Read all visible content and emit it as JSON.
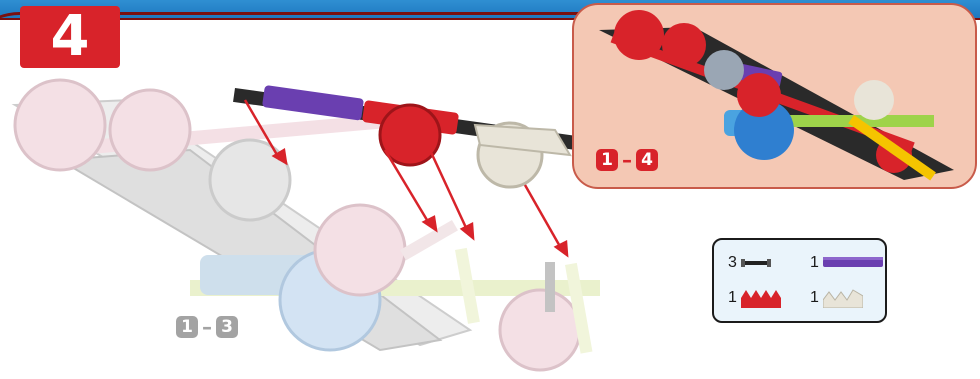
{
  "step": {
    "number": "4"
  },
  "preview": {
    "range_from": "1",
    "range_sep": "–",
    "range_to": "4"
  },
  "previous": {
    "range_from": "1",
    "range_sep": "–",
    "range_to": "3"
  },
  "parts": [
    {
      "count": "3",
      "piece": "black-rod-icon",
      "color": "#222222"
    },
    {
      "count": "1",
      "piece": "purple-rod-icon",
      "color": "#6a3fb0"
    },
    {
      "count": "1",
      "piece": "red-connector-icon",
      "color": "#d8232a"
    },
    {
      "count": "1",
      "piece": "white-connector-icon",
      "color": "#e8e4d8"
    }
  ],
  "colors": {
    "accent_red": "#d8232a",
    "header_blue": "#1f78bf",
    "panel_peach": "#f4c8b4"
  }
}
